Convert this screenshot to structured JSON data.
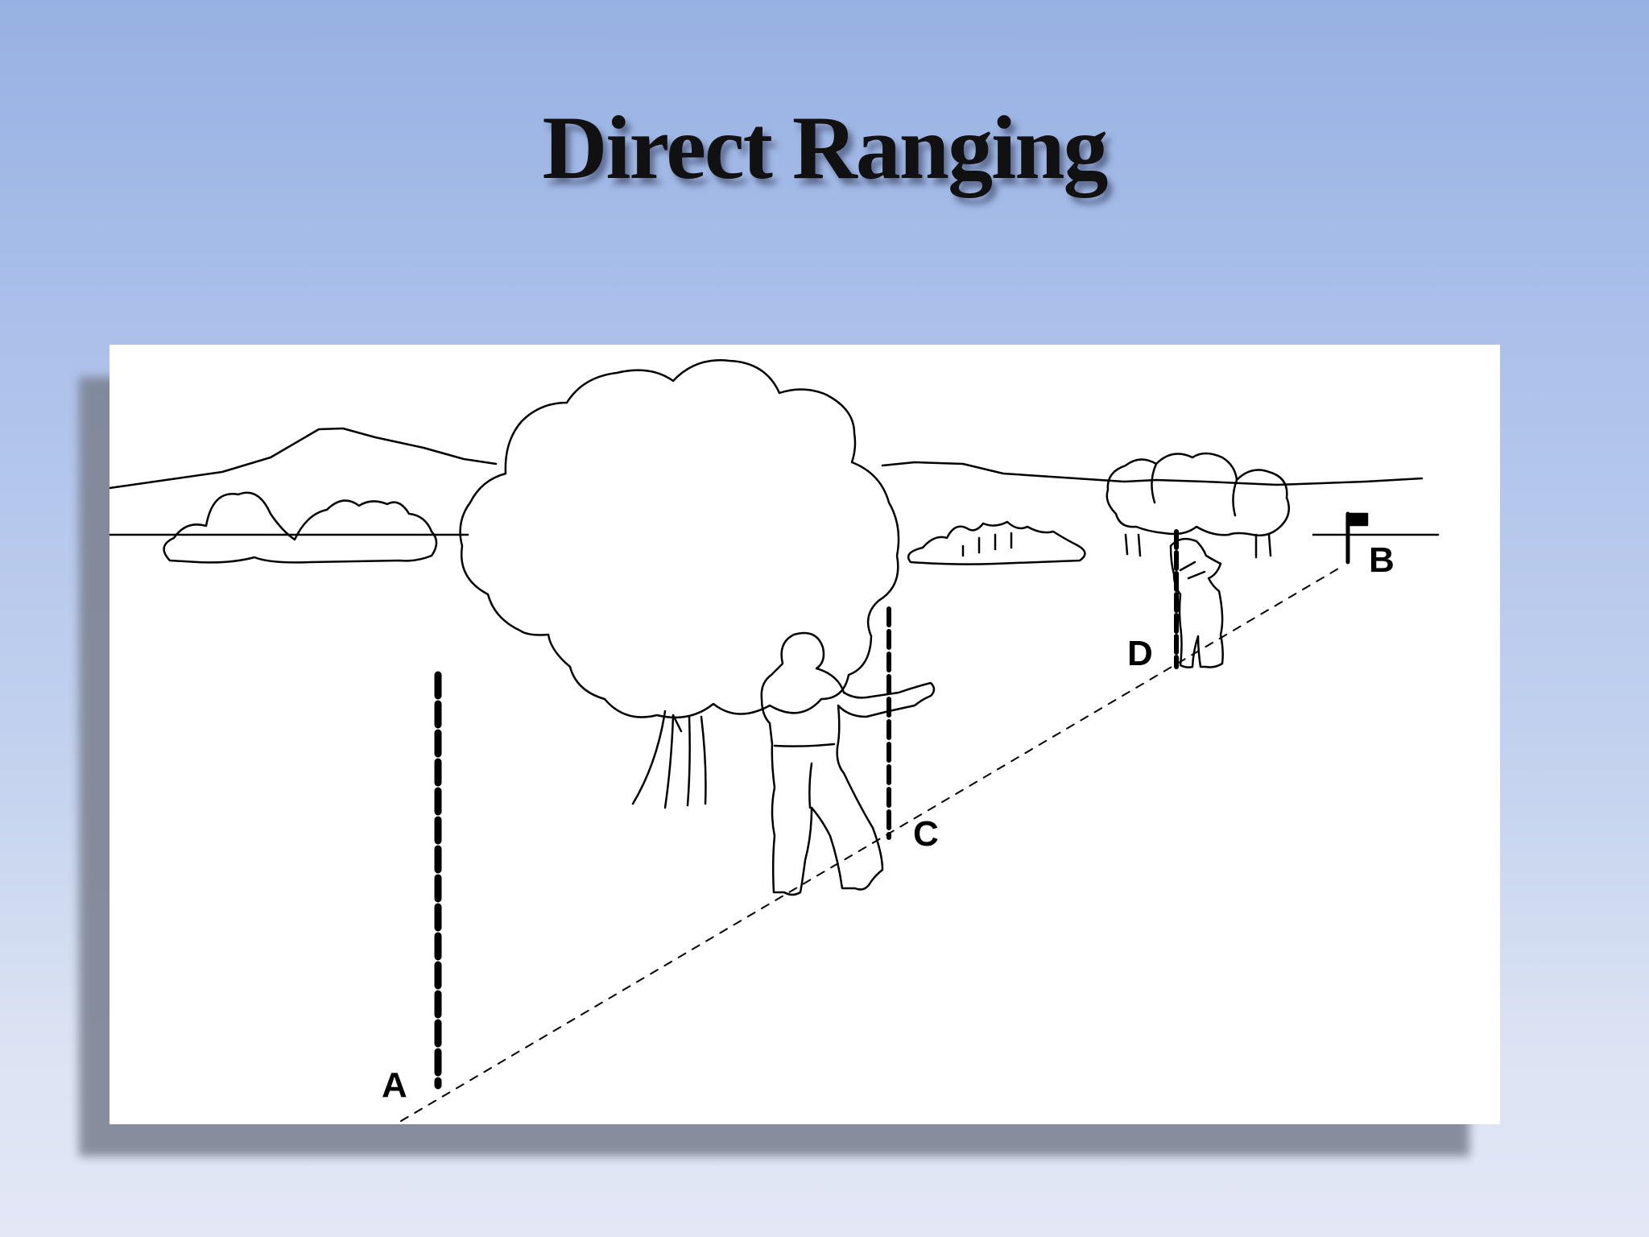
{
  "slide": {
    "title": "Direct Ranging"
  },
  "diagram": {
    "points": {
      "a": "A",
      "b": "B",
      "c": "C",
      "d": "D"
    }
  }
}
